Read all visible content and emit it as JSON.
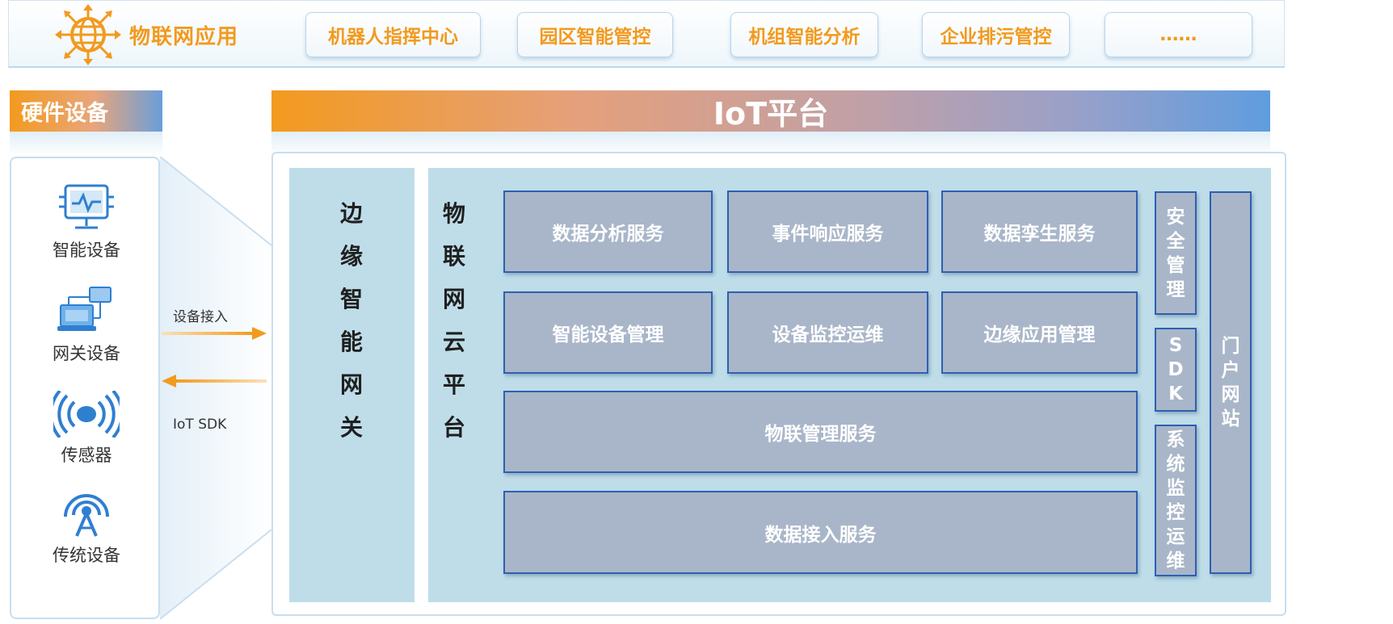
{
  "top": {
    "brand_icon": "globe-with-arrows-icon",
    "title": "物联网应用",
    "apps": [
      "机器人指挥中心",
      "园区智能管控",
      "机组智能分析",
      "企业排污管控",
      "……"
    ],
    "accent_color": "#f29a1e"
  },
  "hardware": {
    "header": "硬件设备",
    "devices": [
      {
        "label": "智能设备",
        "icon": "monitor-chart-icon"
      },
      {
        "label": "网关设备",
        "icon": "gateway-computers-icon"
      },
      {
        "label": "传感器",
        "icon": "sensor-signal-icon"
      },
      {
        "label": "传统设备",
        "icon": "antenna-tower-icon"
      }
    ]
  },
  "links": {
    "to_platform": "设备接入",
    "to_devices": "IoT SDK"
  },
  "iot": {
    "header": "IoT平台",
    "edge_gateway": [
      "边",
      "缘",
      "智",
      "能",
      "网",
      "关"
    ],
    "cloud_platform": [
      "物",
      "联",
      "网",
      "云",
      "平",
      "台"
    ],
    "services": {
      "data_analysis": "数据分析服务",
      "event_response": "事件响应服务",
      "digital_twin": "数据孪生服务",
      "device_mgmt": "智能设备管理",
      "device_ops": "设备监控运维",
      "edge_app_mgmt": "边缘应用管理",
      "iot_mgmt": "物联管理服务",
      "data_access": "数据接入服务"
    },
    "side": {
      "security": [
        "安",
        "全",
        "管",
        "理"
      ],
      "sdk": [
        "S",
        "D",
        "K"
      ],
      "sys_ops": [
        "系",
        "统",
        "监",
        "控",
        "运",
        "维"
      ],
      "portal": [
        "门",
        "户",
        "网",
        "站"
      ]
    }
  }
}
